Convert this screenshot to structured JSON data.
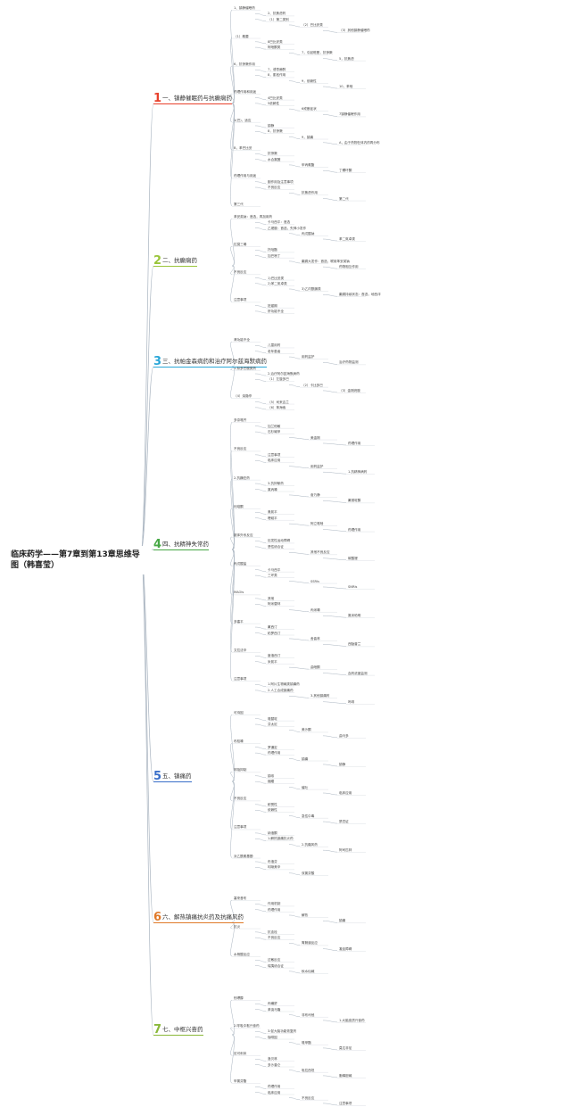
{
  "root": {
    "title": "临床药学——第7章到第13章思维导图（韩喜莹）"
  },
  "palette": {
    "c1": "#e8412c",
    "c2": "#9ac53a",
    "c3": "#2aa7d8",
    "c4": "#47a845",
    "c5": "#3a6fc9",
    "c6": "#e07a2a",
    "c7": "#8ab83a",
    "line": "#a9b4c0"
  },
  "branches": [
    {
      "num": "1",
      "label": "一、镇静催眠药与抗癫痫药",
      "color": "c1"
    },
    {
      "num": "2",
      "label": "二、抗癫痫药",
      "color": "c2"
    },
    {
      "num": "3",
      "label": "三、抗帕金森病药和治疗阿尔兹海默病药",
      "color": "c3"
    },
    {
      "num": "4",
      "label": "四、抗精神失常药",
      "color": "c4"
    },
    {
      "num": "5",
      "label": "五、镇痛药",
      "color": "c5"
    },
    {
      "num": "6",
      "label": "六、解热镇痛抗炎药及抗痛风药",
      "color": "c6"
    },
    {
      "num": "7",
      "label": "七、中枢兴奋药",
      "color": "c7"
    }
  ],
  "nodes": [
    "1、镇静催眠药",
    "2、抗焦虑药",
    "（1）第二类别",
    "（2）巴比妥类",
    "（3）其他镇静催眠药",
    "（1）概要",
    "8巴比妥类",
    "阿唑酮类",
    "7，引起眩晕，抗惊厥",
    "5，抗焦虑",
    "6，抗惊厥作用",
    "7，诱导麻醉",
    "8，肌松作用",
    "9，依赖性",
    "10，苯唑",
    "药理作用和用途",
    "4巴比妥类",
    "5依赖性",
    "6戒断症状",
    "7镇静催眠作用",
    "1(巴)，适应",
    "镇静",
    "8，抗惊厥",
    "9，镇痛",
    "A，由于药物在体内的再分布",
    "B，苯巴比妥",
    "抗惊厥",
    "水合氯醛",
    "甲丙氨酯",
    "丁螺环酮",
    "药理作用与用途",
    "副作用及注意事项",
    "不良反应",
    "抗焦虑作用",
    "第二代",
    "第三代",
    "苯妥英钠：首选，再加用药",
    "卡马西平：首选",
    "乙琥胺：首选，失神小发作",
    "丙戊酸钠",
    "苯二氮卓类",
    "拉莫三嗪",
    "托吡酯",
    "加巴喷丁",
    "癫痫大发作：首选，联用苯妥英钠",
    "药物相互作用",
    "不良反应",
    "1)巴比妥类",
    "2)苯二氮卓类",
    "3)乙内酰脲类",
    "癫痫持续状态：首选，地西泮",
    "注意事项",
    "妊娠期",
    "肝功能不全",
    "肾功能不全",
    "儿童用药",
    "老年患者",
    "用药监护",
    "治疗药物监测",
    "1.拟多巴胺类药",
    "2.治疗阿尔兹海默病药",
    "（1）左旋多巴",
    "（2）卡比多巴",
    "（3）金刚烷胺",
    "（4）溴隐亭",
    "（5）司来吉兰",
    "（6）苯海索",
    "多奈哌齐",
    "加兰他敏",
    "石杉碱甲",
    "美金刚",
    "药理作用",
    "不良反应",
    "注意事项",
    "临床应用",
    "用药监护",
    "1.抗精神病药",
    "2.抗躁狂药",
    "3.抗抑郁药",
    "氯丙嗪",
    "奋乃静",
    "氟哌啶醇",
    "利培酮",
    "奥氮平",
    "喹硫平",
    "阿立哌唑",
    "药理作用",
    "锥体外系反应",
    "迟发性运动障碍",
    "恶性综合征",
    "其他不良反应",
    "碳酸锂",
    "丙戊酸盐",
    "卡马西平",
    "三环类",
    "SSRIs",
    "SNRIs",
    "MAOIs",
    "其他",
    "阿米替林",
    "丙米嗪",
    "氯米帕明",
    "多塞平",
    "氟西汀",
    "帕罗西汀",
    "舍曲林",
    "西酞普兰",
    "文拉法辛",
    "度洛西汀",
    "米氮平",
    "曲唑酮",
    "血药浓度监测",
    "注意事项",
    "1.阿片生物碱类镇痛药",
    "2.人工合成镇痛药",
    "3.其他镇痛药",
    "吗啡",
    "可待因",
    "哌替啶",
    "芬太尼",
    "美沙酮",
    "曲马多",
    "布桂嗪",
    "罗通定",
    "药理作用",
    "镇痛",
    "镇静",
    "呼吸抑制",
    "镇咳",
    "缩瞳",
    "催吐",
    "临床应用",
    "不良反应",
    "耐受性",
    "依赖性",
    "急性中毒",
    "禁忌证",
    "注意事项",
    "纳洛酮",
    "1.解热镇痛抗炎药",
    "2.抗痛风药",
    "阿司匹林",
    "对乙酰氨基酚",
    "布洛芬",
    "吲哚美辛",
    "双氯芬酸",
    "塞来昔布",
    "作用机制",
    "药理作用",
    "解热",
    "镇痛",
    "抗炎",
    "抗血栓",
    "不良反应",
    "胃肠道反应",
    "凝血障碍",
    "水杨酸反应",
    "过敏反应",
    "瑞夷综合征",
    "秋水仙碱",
    "别嘌醇",
    "丙磺舒",
    "苯溴马隆",
    "非布司他",
    "1.大脑皮质兴奋药",
    "2.呼吸中枢兴奋药",
    "3.促大脑功能恢复药",
    "咖啡因",
    "哌甲酯",
    "莫达非尼",
    "尼可刹米",
    "洛贝林",
    "多沙普仑",
    "吡拉西坦",
    "胞磷胆碱",
    "甲氯芬酯",
    "药理作用",
    "临床应用",
    "不良反应",
    "注意事项"
  ]
}
